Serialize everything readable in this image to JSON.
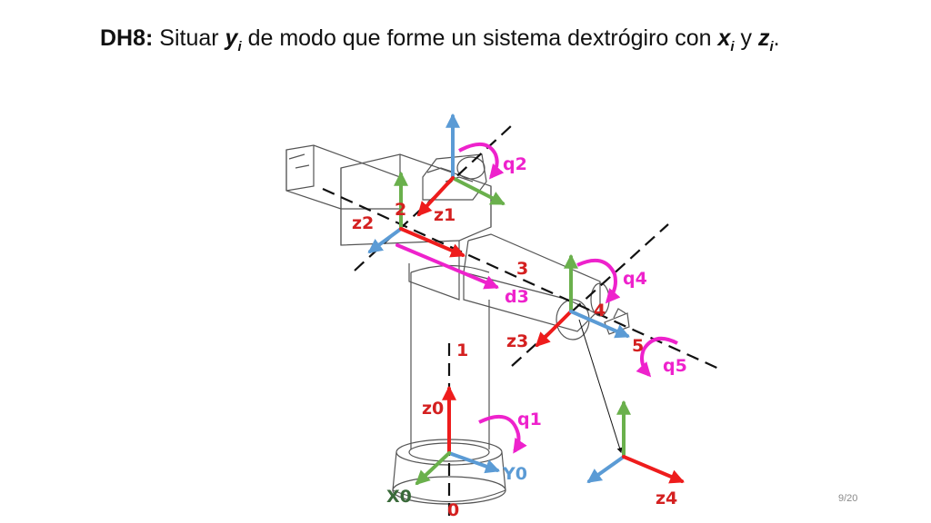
{
  "title": {
    "prefix": "DH8:",
    "text1": " Situar ",
    "var_y": "y",
    "sub_y": "i",
    "text2": " de modo que forme un sistema dextrógiro con ",
    "var_x": "x",
    "sub_x": "i",
    "text3": " y ",
    "var_z": "z",
    "sub_z": "i",
    "end": "."
  },
  "labels": {
    "q2": "q2",
    "z1": "z1",
    "two": "2",
    "z2": "z2",
    "three": "3",
    "q4": "q4",
    "d3": "d3",
    "four": "4",
    "z3": "z3",
    "one": "1",
    "five": "5",
    "q5": "q5",
    "z0": "z0",
    "q1": "q1",
    "Y0": "Y0",
    "X0": "X0",
    "zero": "0",
    "z4": "z4"
  },
  "colors": {
    "red": "#ee1c1c",
    "green": "#6ab04c",
    "blue": "#5b9bd5",
    "magenta": "#ee22cc",
    "dark_red": "#d42020",
    "olive": "#3a6a3a",
    "robot_line": "#555555"
  },
  "page_number": "9/20"
}
